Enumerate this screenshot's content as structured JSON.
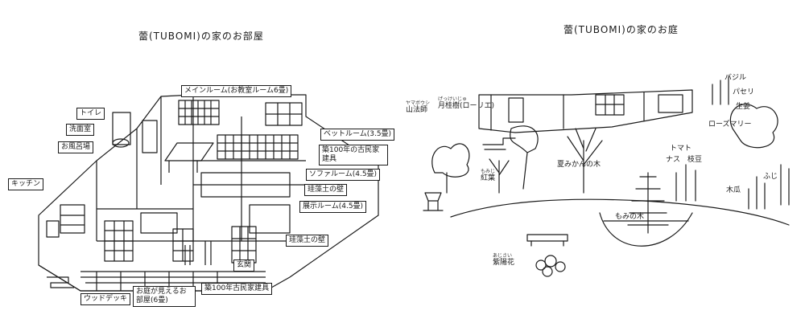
{
  "rooms_panel": {
    "title": "蕾(TUBOMI)の家のお部屋",
    "labels": {
      "main_room": "メインルーム(お教室ルーム6畳)",
      "toilet": "トイレ",
      "washroom": "洗面室",
      "bathroom": "お風呂場",
      "kitchen": "キッチン",
      "bed_room": "ベットルーム(3.5畳)",
      "old_house_1": "築100年の古民家建具",
      "sofa_room": "ソファルーム(4.5畳)",
      "clay_wall_1": "珪藻土の壁",
      "display_room": "展示ルーム(4.5畳)",
      "clay_wall_2": "珪藻土の壁",
      "entrance": "玄関",
      "wood_deck": "ウッドデッキ",
      "garden_view_room": "お庭が見えるお部屋(6畳)",
      "old_house_2": "築100年古民家建具"
    }
  },
  "garden_panel": {
    "title": "蕾(TUBOMI)の家のお庭",
    "labels": {
      "yamaboshi_ruby": "ヤマボウシ",
      "yamaboshi": "山法師",
      "gekkeiju_ruby": "げっけいじゅ",
      "gekkeiju": "月桂樹(ローリエ)",
      "basil": "バジル",
      "parsley": "パセリ",
      "ginger": "生姜",
      "rosemary": "ローズマリー",
      "tomato": "トマト",
      "eggplant": "ナス",
      "edamame": "枝豆",
      "mikan": "夏みかんの木",
      "koyo_ruby": "もみじ",
      "koyo": "紅葉",
      "fuji": "ふじ",
      "kikyo": "木瓜",
      "momi": "もみの木",
      "ajisai_ruby": "あじさい",
      "ajisai": "紫陽花"
    }
  }
}
